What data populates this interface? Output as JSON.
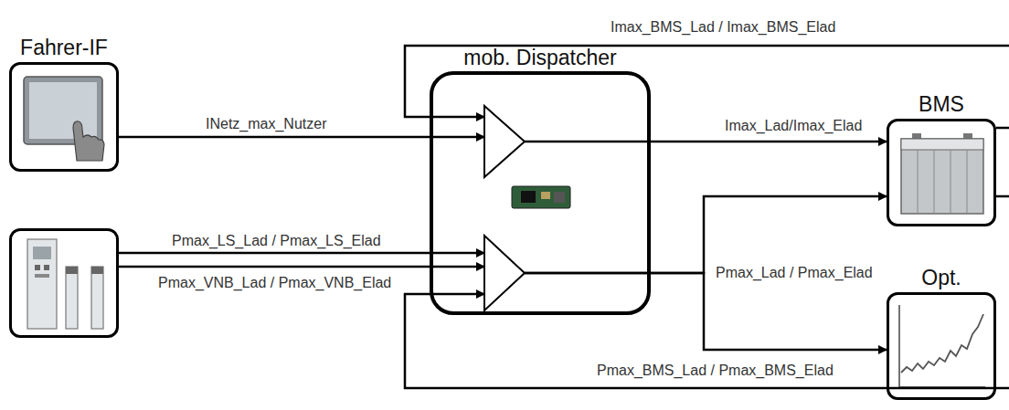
{
  "diagram": {
    "nodes": [
      {
        "text": [
          "Fahrer-IF"
        ]
      },
      {
        "text": []
      },
      {
        "text": [
          "mob. Dispatcher"
        ]
      },
      {
        "text": [
          "BMS"
        ]
      },
      {
        "text": [
          "Opt."
        ]
      }
    ],
    "edges": [
      {
        "from": 0,
        "to": 2,
        "arrow": "to",
        "label": "INetz_max_Nutzer"
      },
      {
        "from": 1,
        "to": 2,
        "arrow": "to",
        "label": "Pmax_LS_Lad / Pmax_LS_Elad"
      },
      {
        "from": 1,
        "to": 2,
        "arrow": "to",
        "label": "Pmax_VNB_Lad / Pmax_VNB_Elad"
      },
      {
        "from": 3,
        "to": 2,
        "arrow": "to",
        "label": "Imax_BMS_Lad / Imax_BMS_Elad"
      },
      {
        "from": 3,
        "to": 2,
        "arrow": "to",
        "label": "Pmax_BMS_Lad / Pmax_BMS_Elad"
      },
      {
        "from": 2,
        "to": 3,
        "arrow": "to",
        "label": "Imax_Lad/Imax_Elad"
      },
      {
        "from": 2,
        "to": 3,
        "arrow": "to",
        "label": "Pmax_Lad / Pmax_Elad"
      },
      {
        "from": 2,
        "to": 4,
        "arrow": "to"
      }
    ]
  }
}
